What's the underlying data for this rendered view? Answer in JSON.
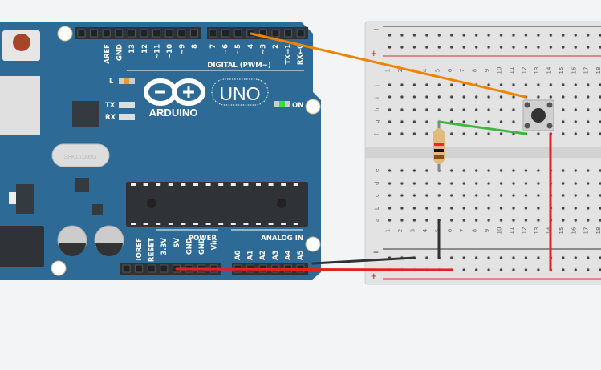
{
  "arduino": {
    "brand": "ARDUINO",
    "model": "UNO",
    "digital_header": "DIGITAL (PWM~)",
    "power_header": "POWER",
    "analog_header": "ANALOG IN",
    "led_l": "L",
    "led_tx": "TX",
    "led_rx": "RX",
    "led_on": "ON",
    "crystal": "SPK16.000G",
    "digital_pins_left": [
      "AREF",
      "GND",
      "13",
      "12",
      "~11",
      "~10",
      "~9",
      "8"
    ],
    "digital_pins_right": [
      "7",
      "~6",
      "~5",
      "4",
      "~3",
      "2",
      "TX→1",
      "RX←0"
    ],
    "power_pins": [
      "IOREF",
      "RESET",
      "3.3V",
      "5V",
      "GND",
      "GND",
      "Vin"
    ],
    "analog_pins": [
      "A0",
      "A1",
      "A2",
      "A3",
      "A4",
      "A5"
    ]
  },
  "breadboard": {
    "rail_minus": "−",
    "rail_plus": "+",
    "columns": [
      "1",
      "2",
      "3",
      "4",
      "5",
      "6",
      "7",
      "8",
      "9",
      "10",
      "11",
      "12",
      "13",
      "14",
      "15",
      "16",
      "17",
      "18"
    ],
    "rows_top": [
      "j",
      "i",
      "h",
      "g",
      "f"
    ],
    "rows_bottom": [
      "e",
      "d",
      "c",
      "b",
      "a"
    ]
  },
  "colors": {
    "board": "#2d6a96",
    "wire_orange": "#f08400",
    "wire_green": "#3db83d",
    "wire_red": "#e22222",
    "wire_black": "#333333"
  }
}
